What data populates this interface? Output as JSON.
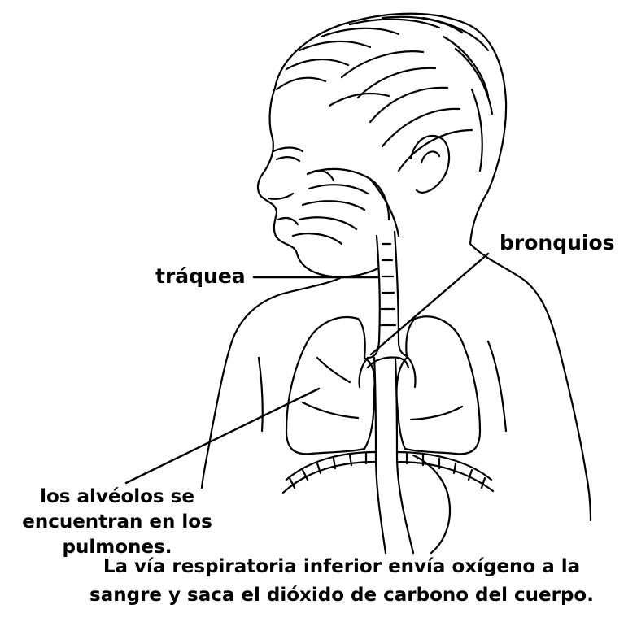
{
  "labels": {
    "traquea": "tráquea",
    "bronquios": "bronquios",
    "alveolos_line1": "los alvéolos se",
    "alveolos_line2": "encuentran en los",
    "alveolos_line3": "pulmones."
  },
  "caption": {
    "line1": "La vía respiratoria inferior envía oxígeno a la",
    "line2": "sangre y saca el dióxido de carbono del cuerpo."
  }
}
